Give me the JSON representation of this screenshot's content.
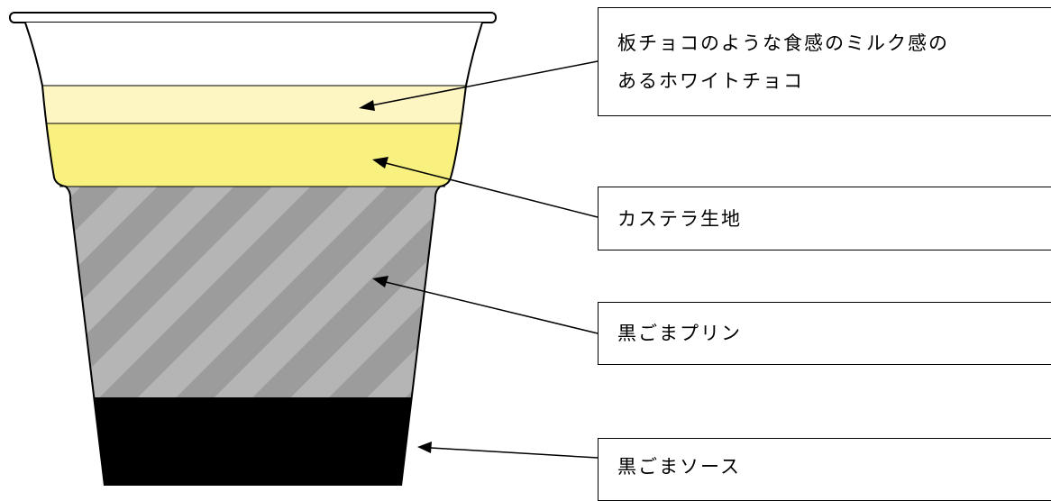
{
  "labels": {
    "white_choco_line1": "板チョコのような食感のミルク感の",
    "white_choco_line2": "あるホワイトチョコ",
    "castella": "カステラ生地",
    "pudding": "黒ごまプリン",
    "sauce": "黒ごまソース"
  },
  "colors": {
    "white_choco_layer": "#fdf6c3",
    "castella_layer": "#f8f07f",
    "pudding_layer_base": "#9c9c9c",
    "pudding_layer_stripe": "#b5b5b5",
    "sauce_layer": "#000000",
    "outline": "#000000"
  }
}
